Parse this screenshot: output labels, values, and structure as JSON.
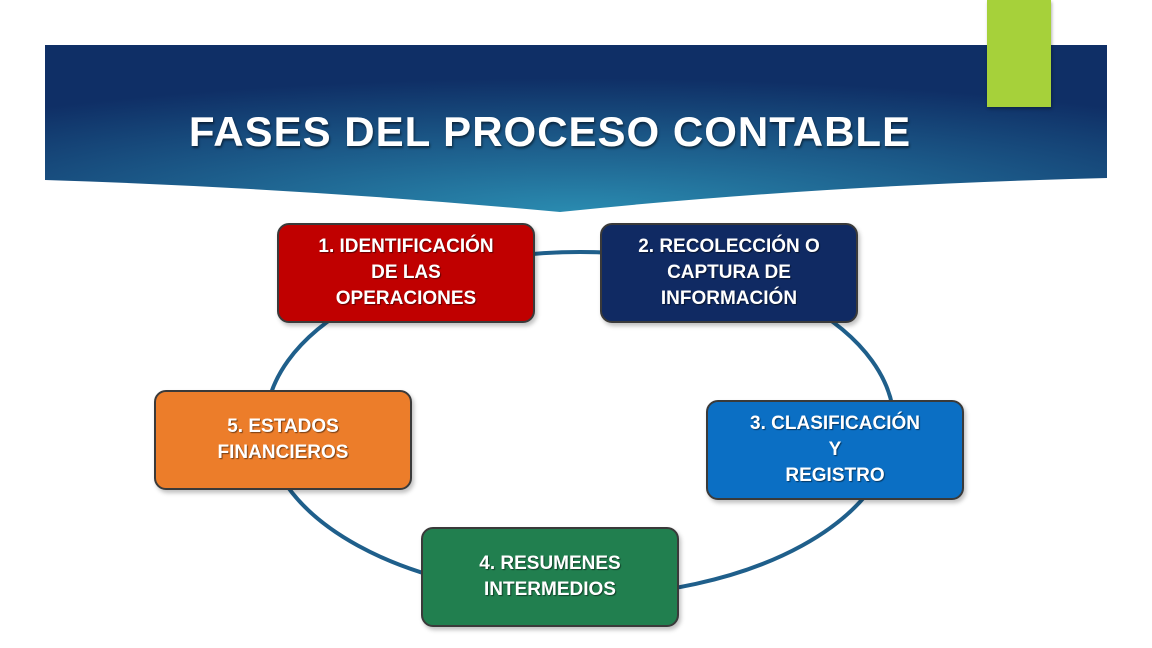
{
  "title": "FASES DEL PROCESO CONTABLE",
  "phases": [
    {
      "label": "1.    IDENTIFICACIÓN\nDE LAS\nOPERACIONES",
      "color": "#c00000"
    },
    {
      "label": "2. RECOLECCIÓN O\nCAPTURA DE\nINFORMACIÓN",
      "color": "#102a63"
    },
    {
      "label": "3. CLASIFICACIÓN\nY\nREGISTRO",
      "color": "#0b6fc4"
    },
    {
      "label": "4. RESUMENES\nINTERMEDIOS",
      "color": "#217f4f"
    },
    {
      "label": "5. ESTADOS\nFINANCIEROS",
      "color": "#ec7d2a"
    }
  ],
  "colors": {
    "banner_dark": "#0f2f66",
    "banner_light": "#2a8bb0",
    "accent": "#a6d13a",
    "ring": "#1f5f8b"
  }
}
